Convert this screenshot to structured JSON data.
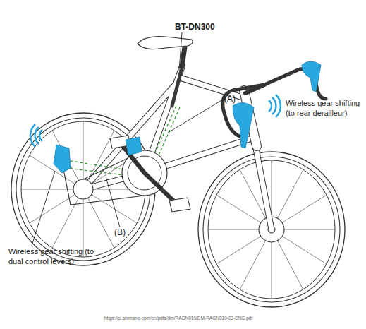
{
  "diagram": {
    "labels": [
      "BT-DN300",
      "(A)",
      "Wireless gear shifting (to rear derailleur)",
      "Wireless gear shifting (to dual control levers)",
      "(B)",
      "https://si.shimano.com/en/pdfs/dm/RAGN010/DM-RAGN010-03-ENG.pdf"
    ]
  }
}
